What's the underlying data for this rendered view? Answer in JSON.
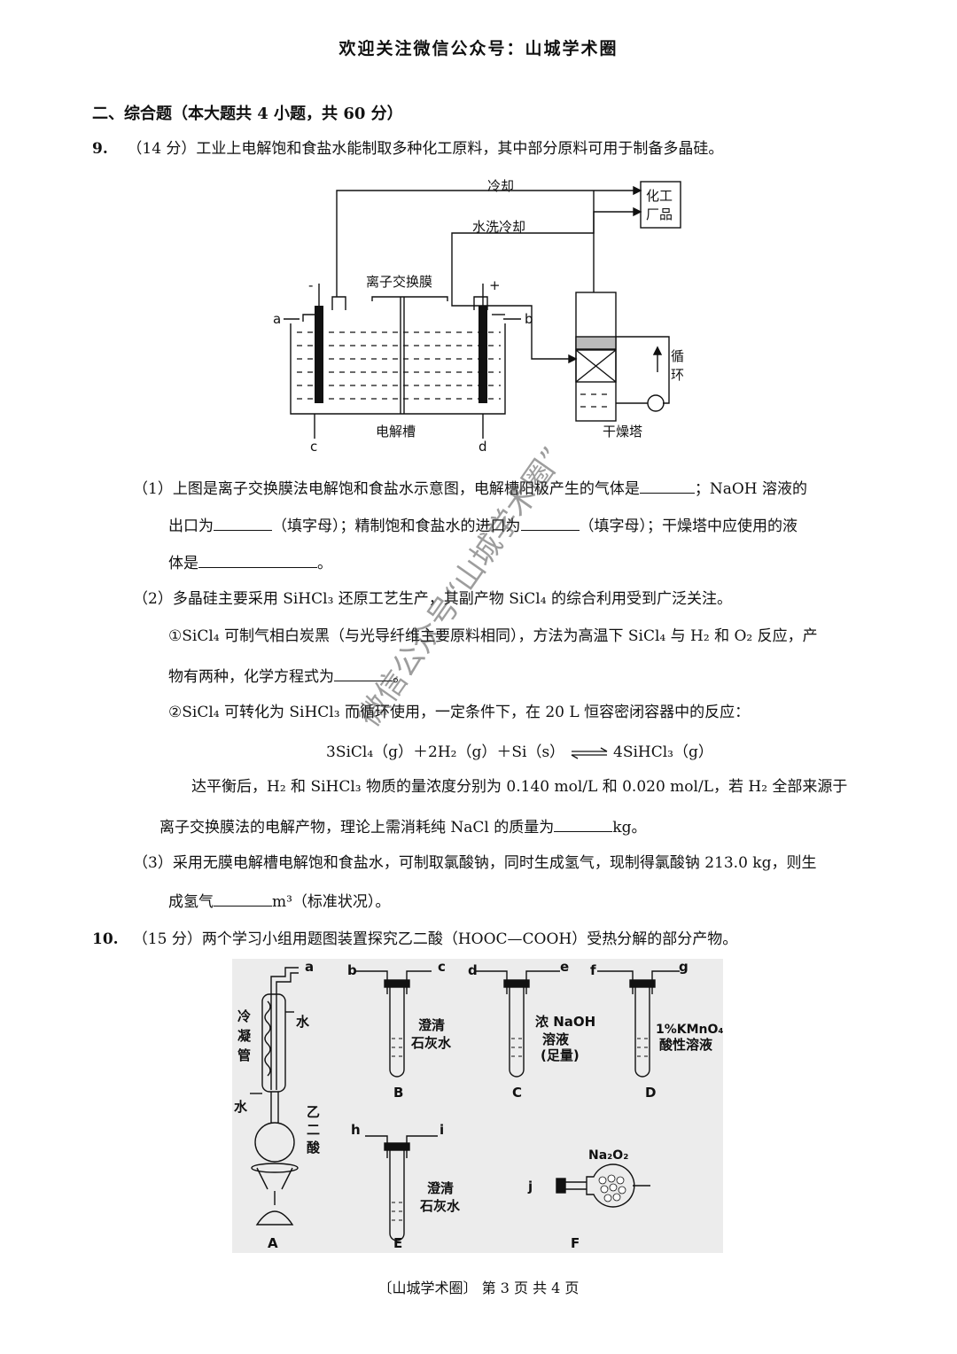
{
  "header": "欢迎关注微信公众号：山城学术圈",
  "section_title": "二、综合题（本大题共 4 小题，共 60 分）",
  "q9": {
    "number": "9.",
    "intro": "（14 分）工业上电解饱和食盐水能制取多种化工原料，其中部分原料可用于制备多晶硅。",
    "diagram": {
      "cooling": "冷却",
      "chem_product_1": "化工",
      "chem_product_2": "厂品",
      "water_wash_cooling": "水洗冷却",
      "membrane": "离子交换膜",
      "minus": "-",
      "plus": "+",
      "a": "a",
      "b": "b",
      "c": "c",
      "d": "d",
      "cell": "电解槽",
      "recycle_1": "循",
      "recycle_2": "环",
      "dry_tower": "干燥塔"
    },
    "p1_line1_a": "（1）上图是离子交换膜法电解饱和食盐水示意图，电解槽阳极产生的气体是",
    "p1_line1_b": "；NaOH 溶液的",
    "p1_line2_a": "出口为",
    "p1_line2_b": "（填字母）；精制饱和食盐水的进口为",
    "p1_line2_c": "（填字母）；干燥塔中应使用的液",
    "p1_line3_a": "体是",
    "p1_line3_b": "。",
    "p2_intro": "（2）多晶硅主要采用 SiHCl₃ 还原工艺生产，其副产物 SiCl₄ 的综合利用受到广泛关注。",
    "p2_1_line1": "①SiCl₄ 可制气相白炭黑（与光导纤维主要原料相同），方法为高温下 SiCl₄ 与 H₂ 和 O₂ 反应，产",
    "p2_1_line2_a": "物有两种，化学方程式为",
    "p2_1_line2_b": "。",
    "p2_2_line1": "②SiCl₄ 可转化为 SiHCl₃ 而循环使用，一定条件下，在 20 L 恒容密闭容器中的反应：",
    "equation_left": "3SiCl₄（g）＋2H₂（g）＋Si（s）",
    "equation_right": "4SiHCl₃（g）",
    "p2_2_line3": "达平衡后，H₂ 和 SiHCl₃ 物质的量浓度分别为 0.140 mol/L 和 0.020 mol/L，若 H₂ 全部来源于",
    "p2_2_line4_a": "离子交换膜法的电解产物，理论上需消耗纯 NaCl 的质量为",
    "p2_2_line4_b": "kg。",
    "p3_line1": "（3）采用无膜电解槽电解饱和食盐水，可制取氯酸钠，同时生成氢气，现制得氯酸钠 213.0 kg，则生",
    "p3_line2_a": "成氢气",
    "p3_line2_b": "m³（标准状况）。"
  },
  "q10": {
    "number": "10.",
    "intro": "（15 分）两个学习小组用题图装置探究乙二酸（HOOC—COOH）受热分解的部分产物。",
    "labels": {
      "a": "a",
      "b": "b",
      "c": "c",
      "d": "d",
      "e": "e",
      "f": "f",
      "g": "g",
      "h": "h",
      "i": "i",
      "j": "j",
      "condenser_1": "冷",
      "condenser_2": "凝",
      "condenser_3": "管",
      "water_out": "水",
      "water_in": "水",
      "acid_1": "乙",
      "acid_2": "二",
      "acid_3": "酸",
      "limewater_1": "澄清",
      "limewater_2": "石灰水",
      "naoh_1": "浓 NaOH",
      "naoh_2": "溶液",
      "naoh_3": "(足量)",
      "kmno4_1": "1%KMnO₄",
      "kmno4_2": "酸性溶液",
      "limewater_e_1": "澄清",
      "limewater_e_2": "石灰水",
      "na2o2": "Na₂O₂",
      "A": "A",
      "B": "B",
      "C": "C",
      "D": "D",
      "E": "E",
      "F": "F"
    }
  },
  "watermark": "微信公众号“山城学术圈”",
  "footer": "〔山城学术圈〕  第 3 页 共 4 页"
}
